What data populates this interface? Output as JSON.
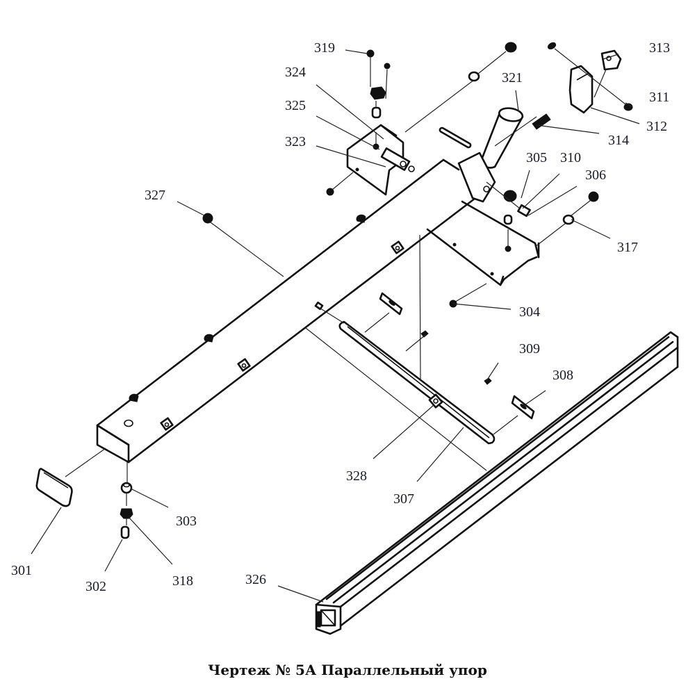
{
  "caption": "Чертеж № 5А Параллельный упор",
  "callouts": {
    "p301": "301",
    "p302": "302",
    "p303": "303",
    "p304": "304",
    "p305": "305",
    "p306": "306",
    "p307": "307",
    "p308": "308",
    "p309": "309",
    "p310": "310",
    "p311": "311",
    "p312": "312",
    "p313": "313",
    "p314": "314",
    "p317": "317",
    "p318": "318",
    "p319": "319",
    "p321": "321",
    "p323": "323",
    "p324": "324",
    "p325": "325",
    "p326": "326",
    "p327": "327",
    "p328": "328"
  },
  "colors": {
    "line": "#111111",
    "label": "#1a1a2a",
    "background": "#ffffff"
  }
}
